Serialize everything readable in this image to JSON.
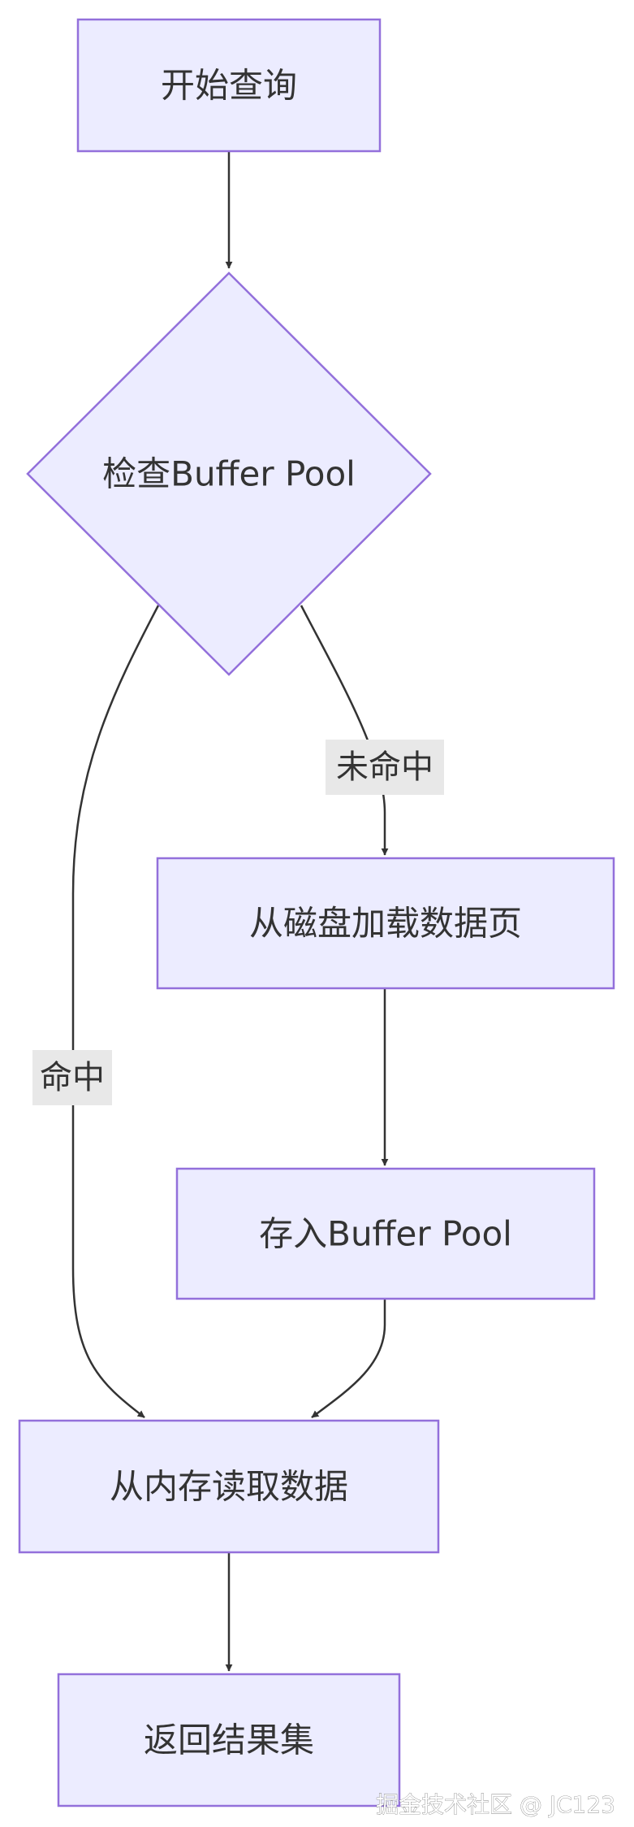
{
  "colors": {
    "node_fill": "#ECECFF",
    "node_stroke": "#9370DB",
    "edge": "#333333",
    "label_bg": "#E8E8E8",
    "text": "#333333"
  },
  "nodes": {
    "start": "开始查询",
    "check": "检查Buffer Pool",
    "load": "从磁盘加载数据页",
    "store": "存入Buffer Pool",
    "read": "从内存读取数据",
    "return": "返回结果集"
  },
  "edge_labels": {
    "miss": "未命中",
    "hit": "命中"
  },
  "watermark": "掘金技术社区 @ JC123"
}
